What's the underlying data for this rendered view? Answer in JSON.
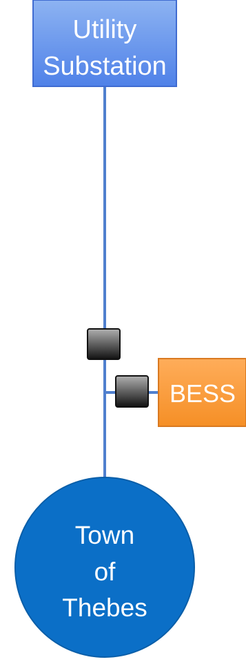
{
  "nodes": {
    "substation": {
      "label_line1": "Utility",
      "label_line2": "Substation",
      "fill_top": "#8db3f2",
      "fill_bottom": "#4f81e8",
      "stroke": "#3f6bd1",
      "text_color": "#ffffff"
    },
    "bess": {
      "label": "BESS",
      "fill_top": "#ffad5a",
      "fill_bottom": "#f58f26",
      "stroke": "#d97920",
      "text_color": "#ffffff"
    },
    "town": {
      "label_line1": "Town",
      "label_line2": "of",
      "label_line3": "Thebes",
      "fill": "#0b6fc7",
      "stroke": "#0a5ea8",
      "text_color": "#ffffff"
    }
  },
  "colors": {
    "feeder_line": "#4f7fce",
    "breaker_top": "#b0b0b0",
    "breaker_bottom": "#111111",
    "breaker_stroke": "#111111"
  },
  "icons": {
    "breaker_main": "breaker-icon",
    "breaker_bess": "breaker-icon"
  }
}
